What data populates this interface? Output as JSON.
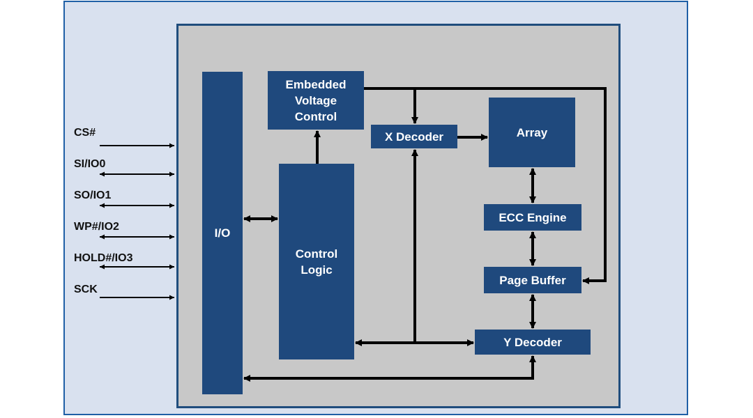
{
  "pins": {
    "cs": "CS#",
    "si_io0": "SI/IO0",
    "so_io1": "SO/IO1",
    "wp_io2": "WP#/IO2",
    "hold_io3": "HOLD#/IO3",
    "sck": "SCK"
  },
  "blocks": {
    "io": "I/O",
    "embedded_voltage_control": [
      "Embedded",
      "Voltage",
      "Control"
    ],
    "control_logic": [
      "Control",
      "Logic"
    ],
    "x_decoder": "X Decoder",
    "array": "Array",
    "ecc_engine": "ECC Engine",
    "page_buffer": "Page Buffer",
    "y_decoder": "Y Decoder"
  },
  "colors": {
    "block_fill": "#1f497d",
    "chip_fill": "#c8c8c8",
    "panel_fill": "#d9e1ef",
    "wire": "#000000"
  }
}
